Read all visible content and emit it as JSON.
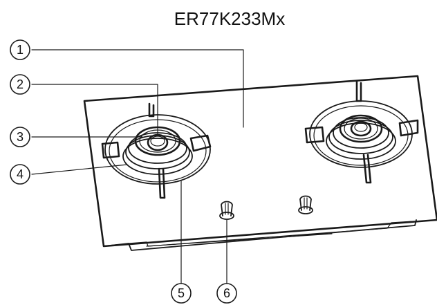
{
  "title": "ER77K233Mx",
  "callouts": [
    {
      "id": "callout-1",
      "number": "1",
      "glyph": "①"
    },
    {
      "id": "callout-2",
      "number": "2",
      "glyph": "②"
    },
    {
      "id": "callout-3",
      "number": "3",
      "glyph": "③"
    },
    {
      "id": "callout-4",
      "number": "4",
      "glyph": "④"
    },
    {
      "id": "callout-5",
      "number": "5",
      "glyph": "⑤"
    },
    {
      "id": "callout-6",
      "number": "6",
      "glyph": "⑥"
    }
  ],
  "colors": {
    "ink": "#1a1a1a",
    "background": "#ffffff"
  }
}
